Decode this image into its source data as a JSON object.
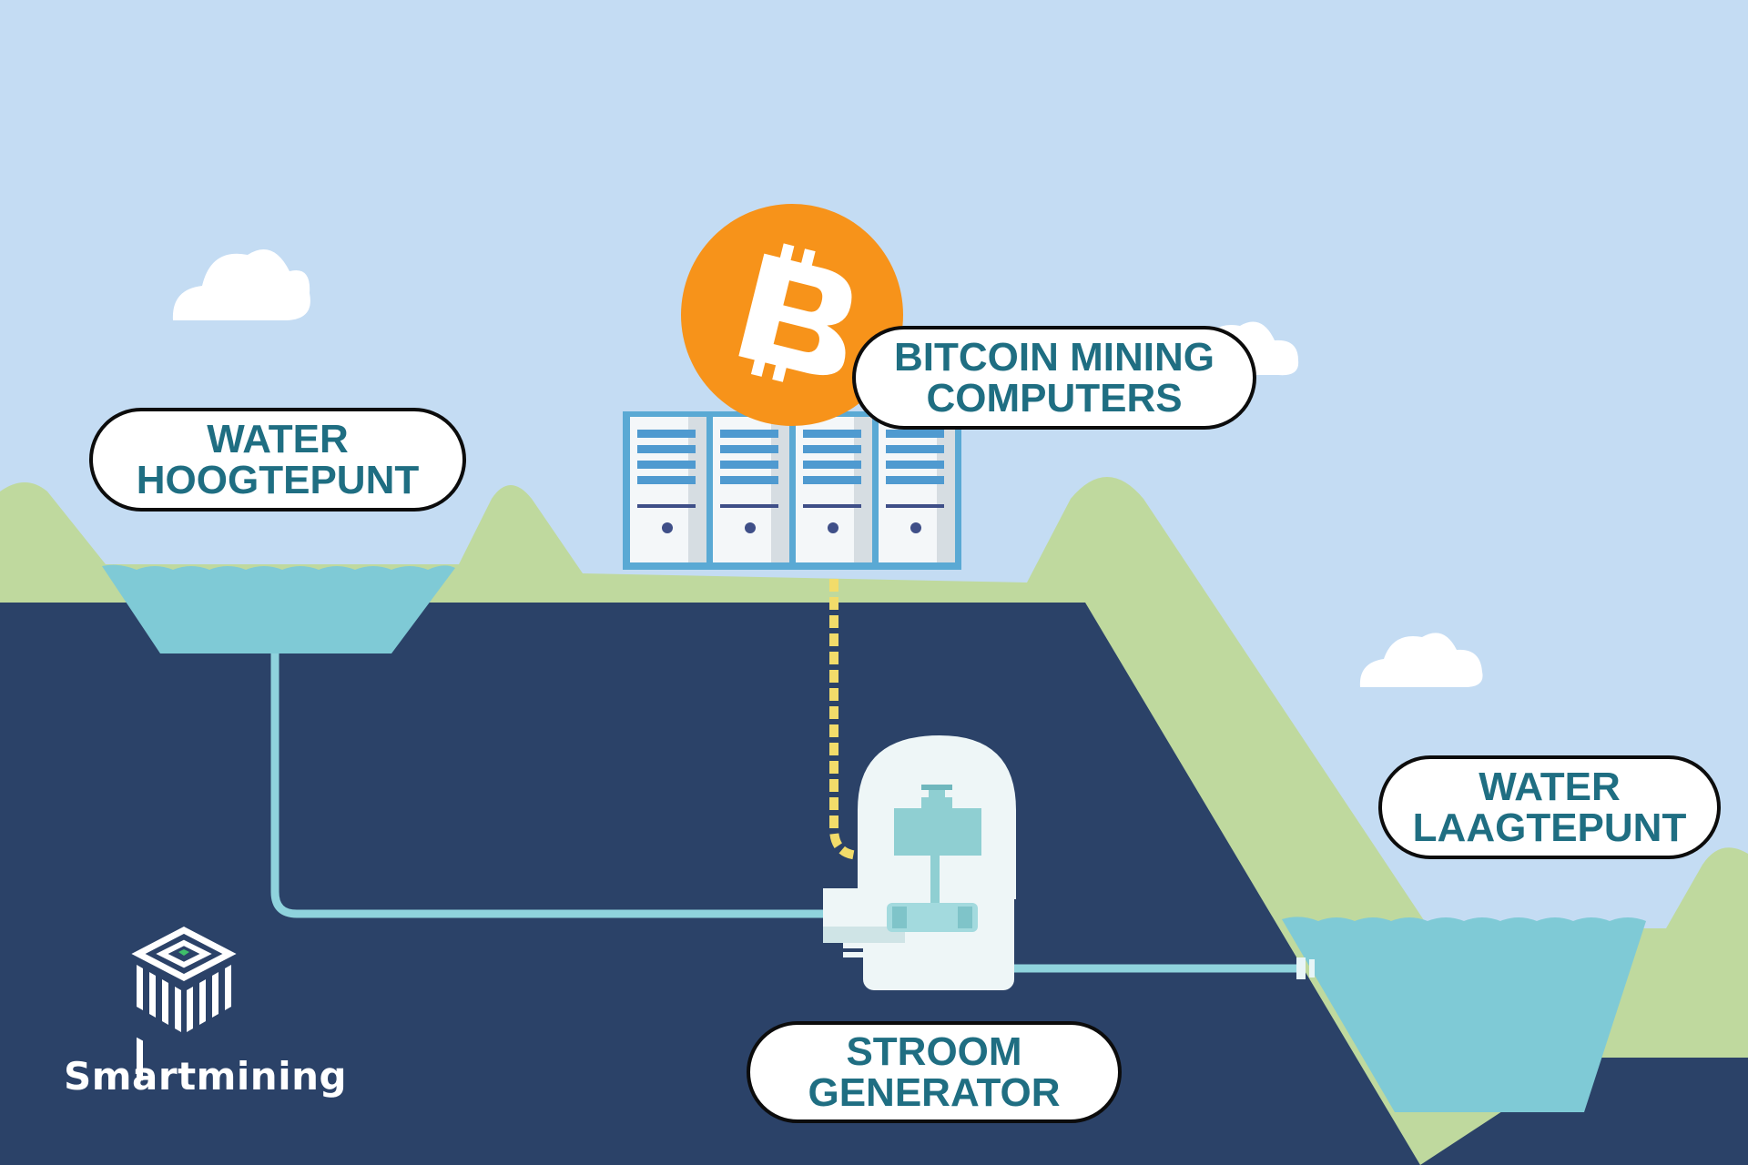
{
  "labels": {
    "water_high": [
      "WATER",
      "HOOGTEPUNT"
    ],
    "mining": [
      "BITCOIN MINING",
      "COMPUTERS"
    ],
    "water_low": [
      "WATER",
      "LAAGTEPUNT"
    ],
    "generator": [
      "STROOM",
      "GENERATOR"
    ]
  },
  "brand": {
    "name": "Smartmining",
    "logo_icon": "smartmining-cube-logo"
  },
  "icons": {
    "coin": "bitcoin-icon",
    "servers": "server-rack-icon",
    "generator": "turbine-generator-icon"
  },
  "colors": {
    "sky": "#c4dcf3",
    "hills": "#bfd99e",
    "ground": "#2b4268",
    "water": "#7fcad6",
    "pipe": "#8fd3dd",
    "cable": "#f2dc6a",
    "bitcoin": "#f7931a",
    "label_text": "#1f6e82"
  }
}
